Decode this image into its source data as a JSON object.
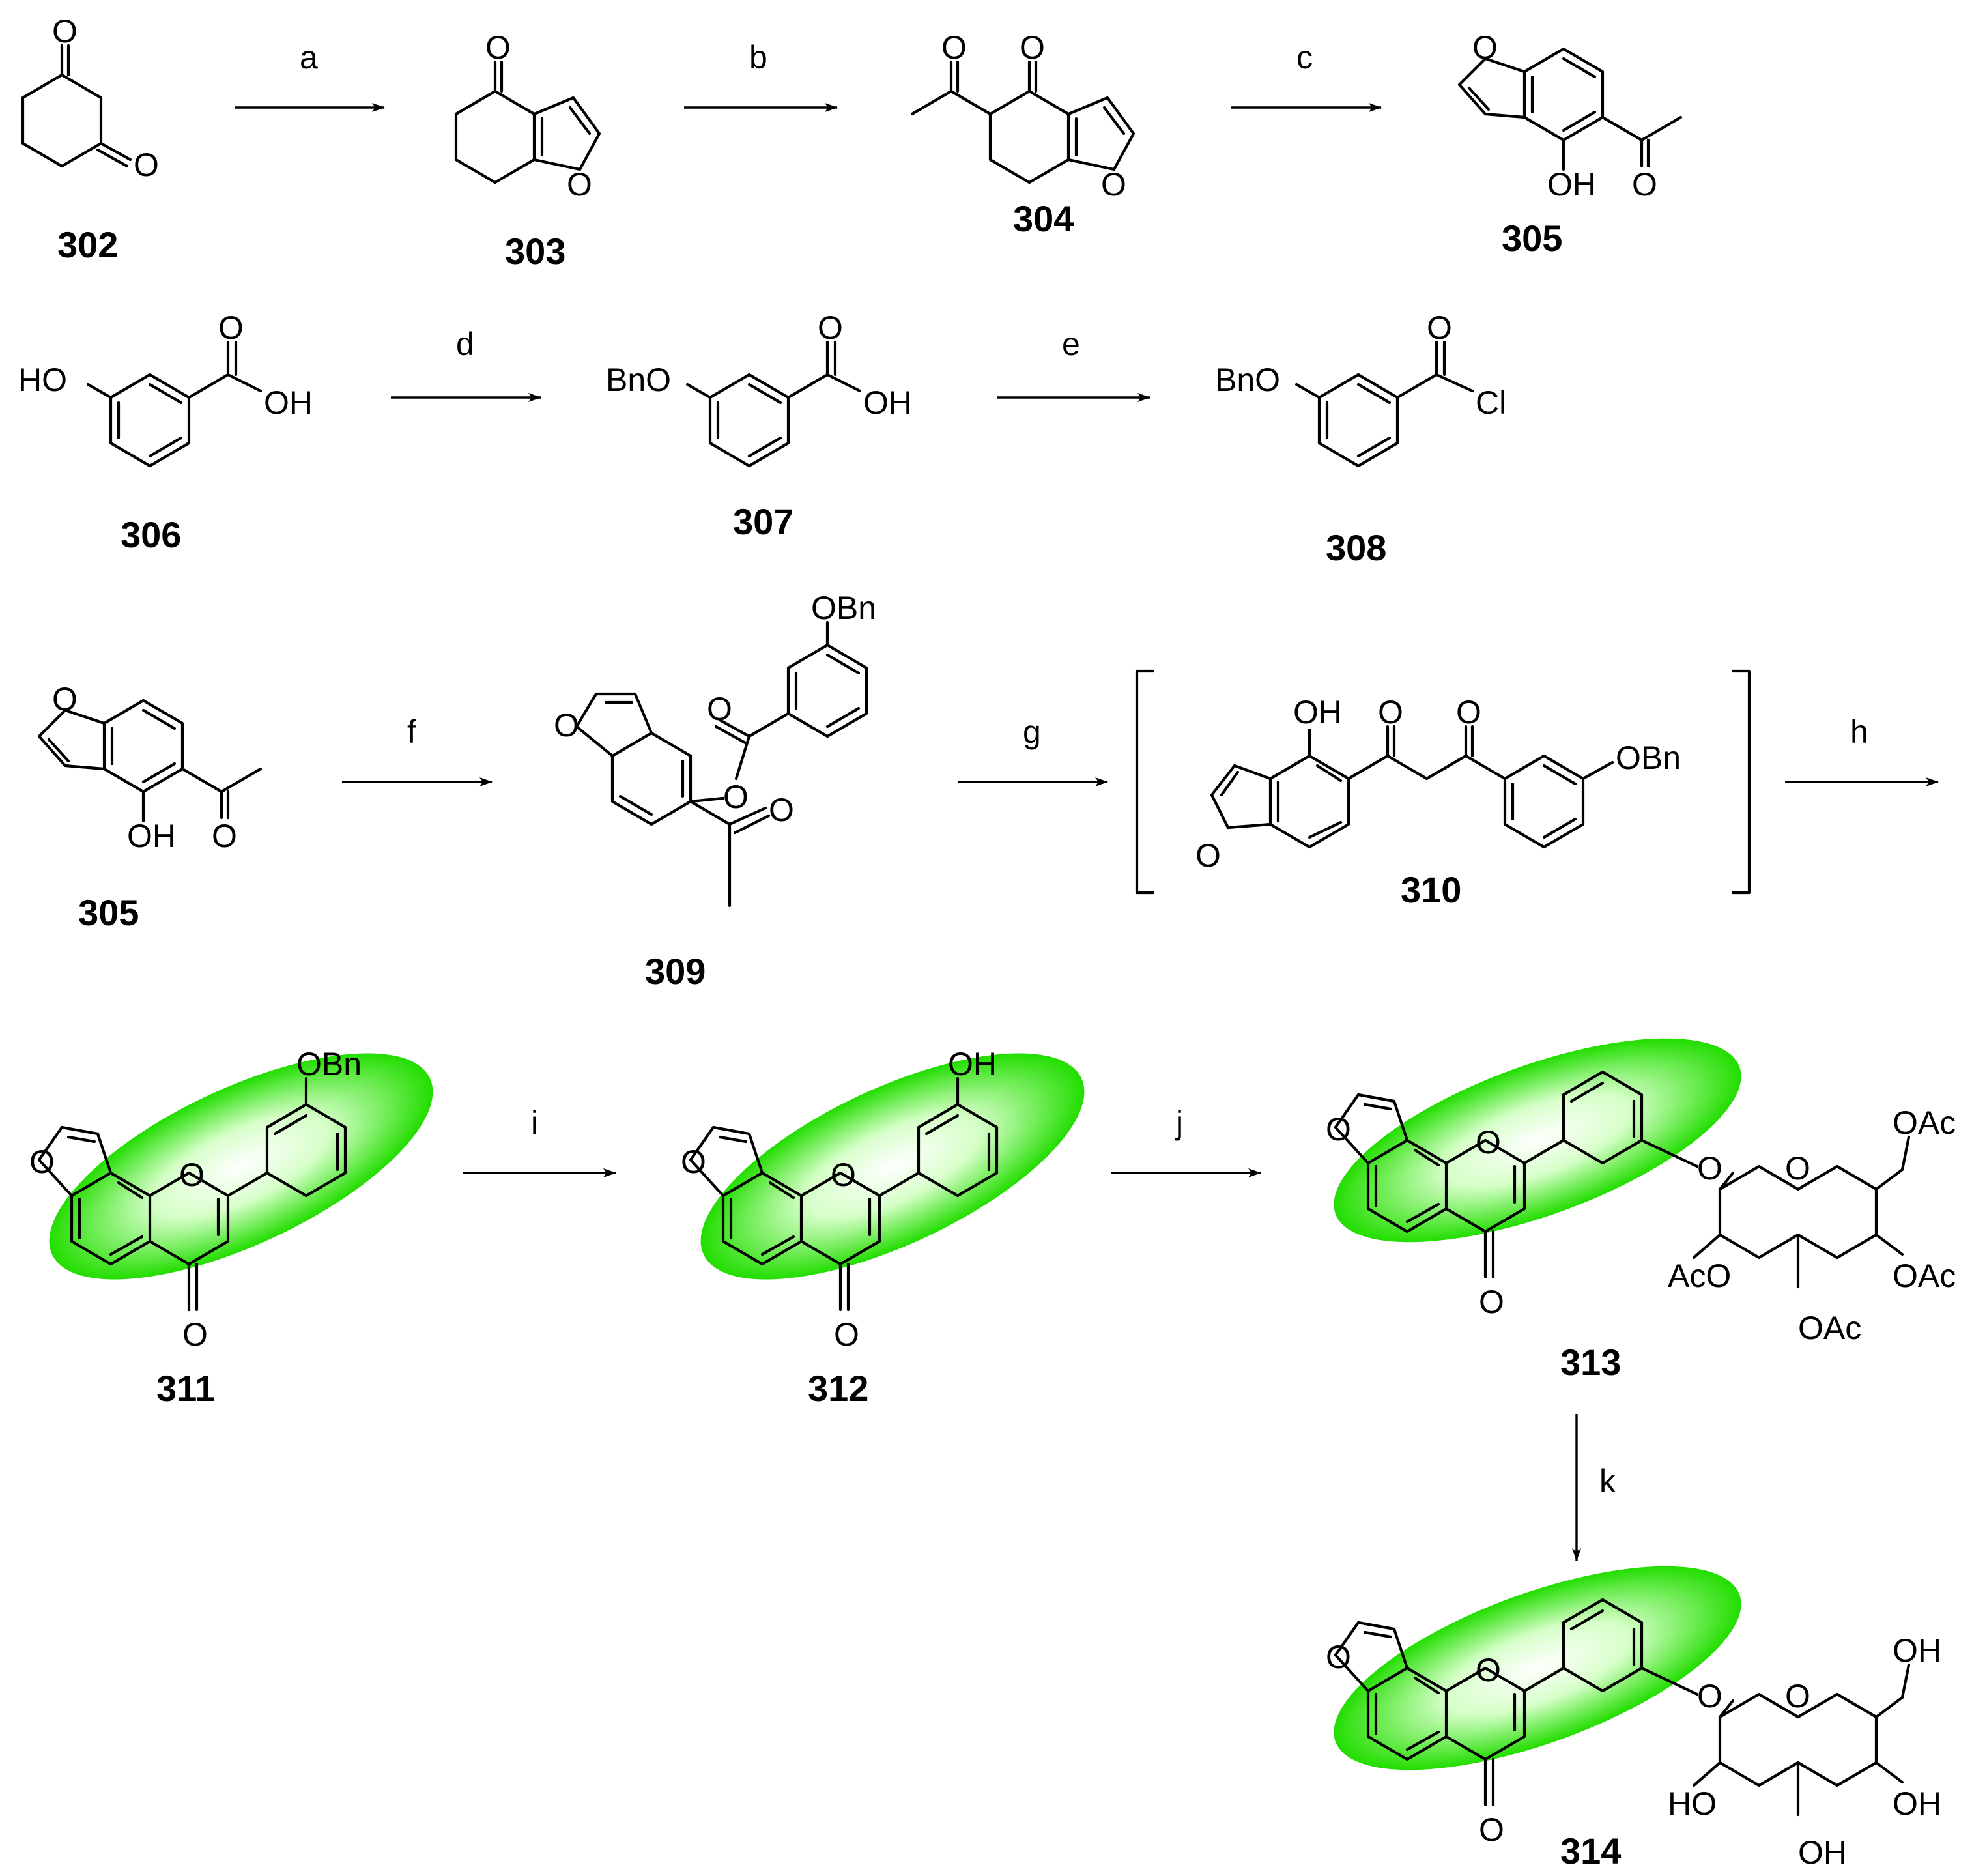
{
  "compounds": {
    "c302": "302",
    "c303": "303",
    "c304": "304",
    "c305": "305",
    "c306": "306",
    "c307": "307",
    "c308": "308",
    "c305b": "305",
    "c309": "309",
    "c310": "310",
    "c311": "311",
    "c312": "312",
    "c313": "313",
    "c314": "314"
  },
  "steps": {
    "a": "a",
    "b": "b",
    "c": "c",
    "d": "d",
    "e": "e",
    "f": "f",
    "g": "g",
    "h": "h",
    "i": "i",
    "j": "j",
    "k": "k"
  },
  "atoms": {
    "O": "O",
    "OH": "OH",
    "HO": "HO",
    "BnO": "BnO",
    "OBn": "OBn",
    "Cl": "Cl",
    "OAc": "OAc",
    "AcO": "AcO"
  },
  "colors": {
    "highlight": "#22dd00",
    "ink": "#000000"
  }
}
